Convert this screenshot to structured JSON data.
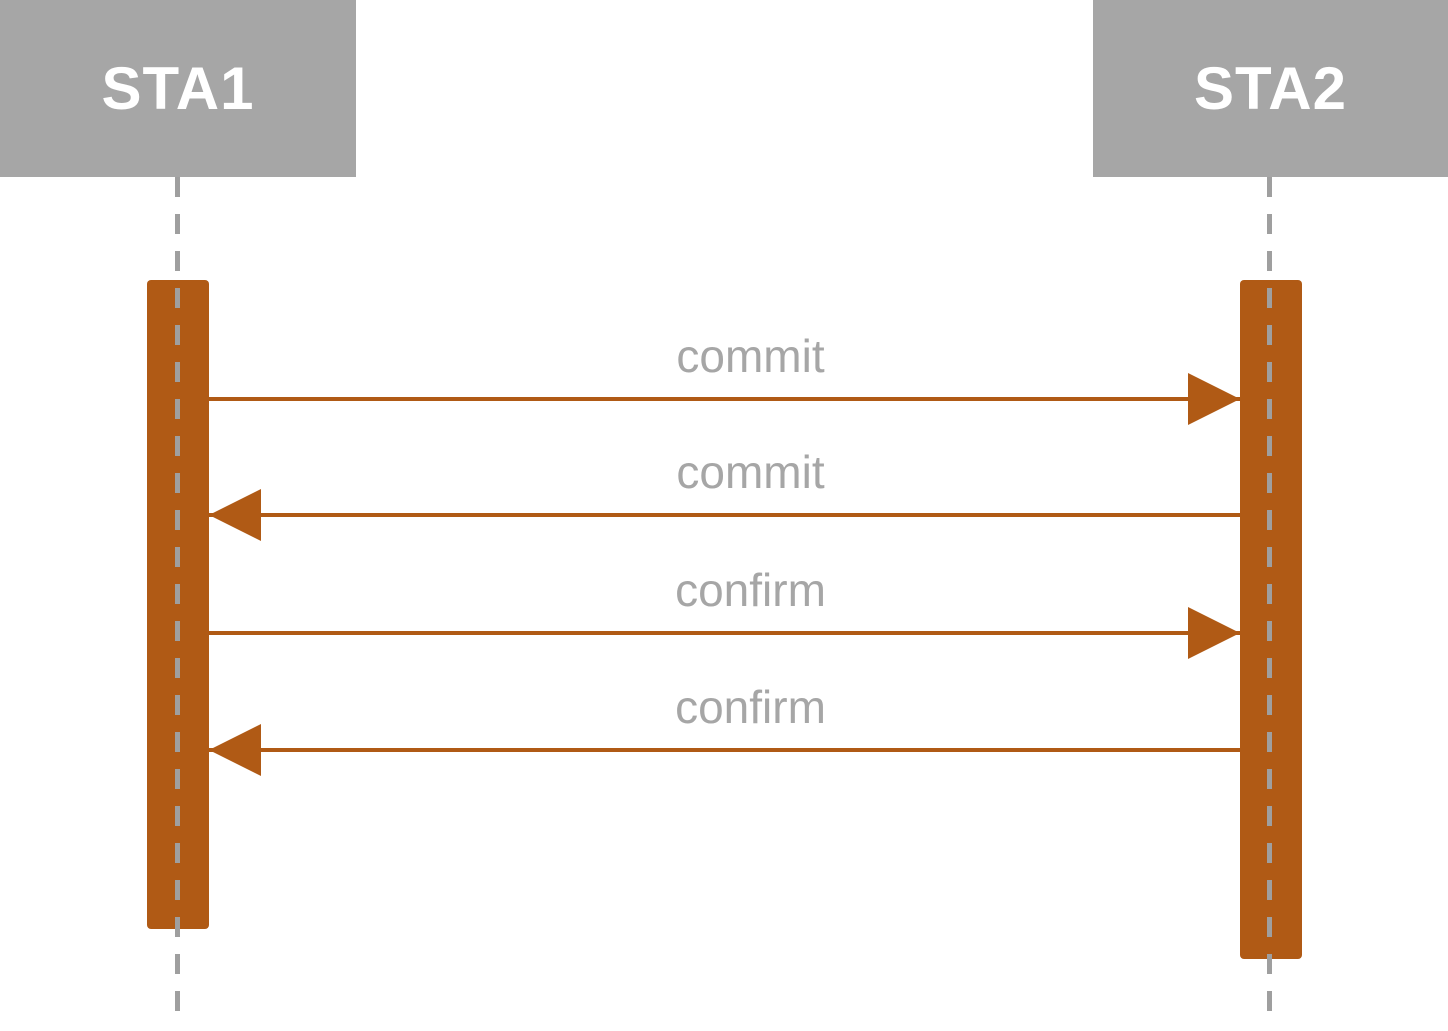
{
  "diagram": {
    "type": "sequence-diagram",
    "actors": [
      {
        "id": "sta1",
        "label": "STA1"
      },
      {
        "id": "sta2",
        "label": "STA2"
      }
    ],
    "messages": [
      {
        "label": "commit",
        "from": "STA1",
        "to": "STA2",
        "direction": "right"
      },
      {
        "label": "commit",
        "from": "STA2",
        "to": "STA1",
        "direction": "left"
      },
      {
        "label": "confirm",
        "from": "STA1",
        "to": "STA2",
        "direction": "right"
      },
      {
        "label": "confirm",
        "from": "STA2",
        "to": "STA1",
        "direction": "left"
      }
    ],
    "colors": {
      "actor_fill": "#a6a6a6",
      "actor_text": "#ffffff",
      "activation_fill": "#b05a15",
      "arrow": "#b05a15",
      "message_label_text": "#a6a6a6",
      "lifeline": "#9f9f9f",
      "background": "#ffffff"
    }
  }
}
